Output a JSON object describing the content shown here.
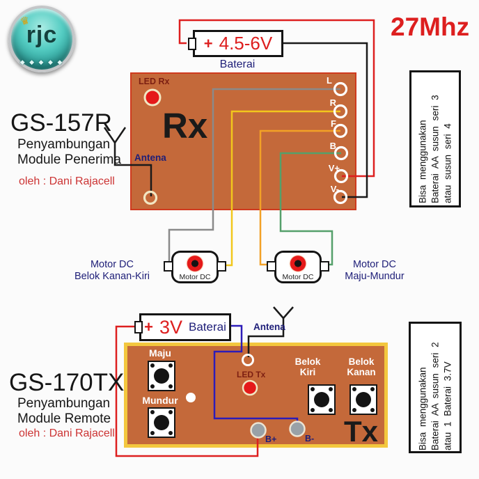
{
  "colors": {
    "wire_red": "#dd1f1f",
    "wire_black": "#1a1a1a",
    "wire_gray": "#8a8a8a",
    "wire_yellow": "#f2c71c",
    "wire_orange": "#f2a126",
    "wire_green": "#55a06b",
    "wire_blue": "#2c1cb8",
    "board_orange": "#c4693a",
    "board_border_red": "#cf3a1e",
    "tx_border_yellow": "#f3c73e",
    "led_red": "#e51a1a",
    "pad_gray": "#99a1a7",
    "ring_cream": "#f2e6c2",
    "pin_white": "#ffffff",
    "navy_text": "#1e1e78",
    "red_text": "#dd1f1f"
  },
  "logo": {
    "text": "rjc",
    "crown": "♛",
    "diamonds": "◆ ◆ ◆ ◆ ◆"
  },
  "frequency": "27Mhz",
  "rx_section": {
    "battery": {
      "plus": "+",
      "voltage": "4.5-6V",
      "label": "Baterai"
    },
    "model": "GS-157R",
    "desc1": "Penyambungan",
    "desc2": "Module Penerima",
    "author": "oleh : Dani Rajacell",
    "board_label": "Rx",
    "led_label": "LED Rx",
    "antenna_label": "Antena",
    "pins": [
      "L",
      "R",
      "F",
      "B",
      "V+",
      "V-"
    ],
    "note": {
      "line1": "Bisa menggunakan",
      "line2": "Baterai AA susun seri 3",
      "line3": "atau susun seri 4"
    }
  },
  "motors": {
    "left": {
      "caption1": "Motor DC",
      "caption2": "Belok Kanan-Kiri",
      "body_label": "Motor DC"
    },
    "right": {
      "caption1": "Motor DC",
      "caption2": "Maju-Mundur",
      "body_label": "Motor DC"
    }
  },
  "tx_section": {
    "battery": {
      "plus": "+",
      "voltage": "3V",
      "label": "Baterai"
    },
    "model": "GS-170TX",
    "desc1": "Penyambungan",
    "desc2": "Module Remote",
    "author": "oleh : Dani Rajacell",
    "board_label": "Tx",
    "led_label": "LED Tx",
    "antenna_label": "Antena",
    "buttons": {
      "maju": "Maju",
      "mundur": "Mundur",
      "belok_kiri_line1": "Belok",
      "belok_kiri_line2": "Kiri",
      "belok_kanan_line1": "Belok",
      "belok_kanan_line2": "Kanan"
    },
    "pads": {
      "plus": "B+",
      "minus": "B-"
    },
    "note": {
      "line1": "Bisa menggunakan",
      "line2": "Baterai AA susun seri 2",
      "line3": "atau 1 Baterai 3.7V"
    }
  }
}
